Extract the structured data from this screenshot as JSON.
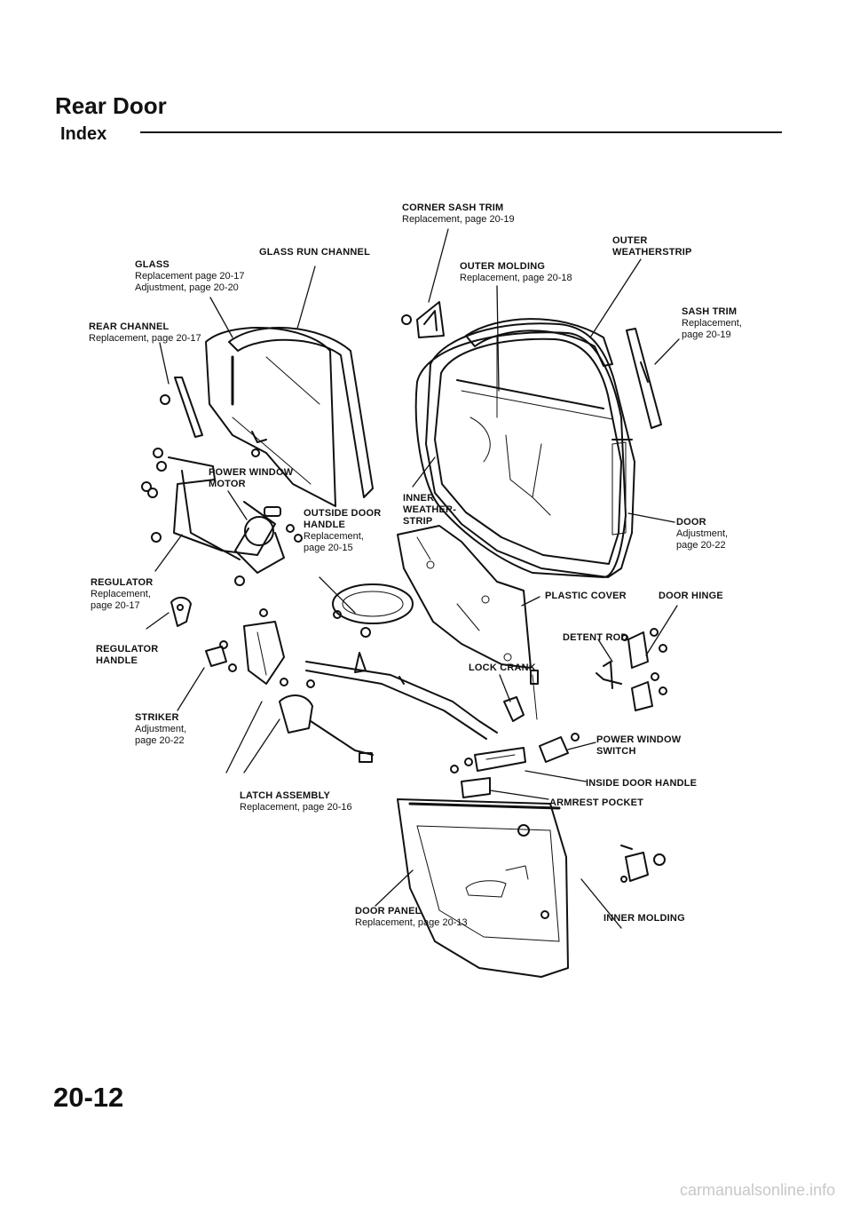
{
  "header": {
    "title": "Rear Door",
    "subtitle": "Index"
  },
  "footer": {
    "page_number": "20-12",
    "watermark": "carmanualsonline.info"
  },
  "callouts": {
    "corner_sash_trim": {
      "name": "CORNER SASH TRIM",
      "ref": "Replacement, page 20-19"
    },
    "glass_run_channel": {
      "name": "GLASS RUN CHANNEL"
    },
    "outer_weatherstrip": {
      "name1": "OUTER",
      "name2": "WEATHERSTRIP"
    },
    "glass": {
      "name": "GLASS",
      "ref1": "Replacement page 20-17",
      "ref2": "Adjustment, page 20-20"
    },
    "outer_molding": {
      "name": "OUTER MOLDING",
      "ref": "Replacement, page 20-18"
    },
    "sash_trim": {
      "name": "SASH TRIM",
      "ref1": "Replacement,",
      "ref2": "page 20-19"
    },
    "rear_channel": {
      "name": "REAR CHANNEL",
      "ref": "Replacement, page 20-17"
    },
    "power_window_motor": {
      "name1": "POWER WINDOW",
      "name2": "MOTOR"
    },
    "inner_weatherstrip": {
      "name1": "INNER",
      "name2": "WEATHER-",
      "name3": "STRIP"
    },
    "outside_door_handle": {
      "name1": "OUTSIDE DOOR",
      "name2": "HANDLE",
      "ref1": "Replacement,",
      "ref2": "page 20-15"
    },
    "door": {
      "name": "DOOR",
      "ref1": "Adjustment,",
      "ref2": "page 20-22"
    },
    "regulator": {
      "name": "REGULATOR",
      "ref1": "Replacement,",
      "ref2": "page 20-17"
    },
    "plastic_cover": {
      "name": "PLASTIC COVER"
    },
    "door_hinge": {
      "name": "DOOR HINGE"
    },
    "detent_rod": {
      "name": "DETENT ROD"
    },
    "regulator_handle": {
      "name1": "REGULATOR",
      "name2": "HANDLE"
    },
    "lock_crank": {
      "name": "LOCK CRANK"
    },
    "striker": {
      "name": "STRIKER",
      "ref1": "Adjustment,",
      "ref2": "page 20-22"
    },
    "power_window_switch": {
      "name1": "POWER WINDOW",
      "name2": "SWITCH"
    },
    "inside_door_handle": {
      "name": "INSIDE DOOR HANDLE"
    },
    "latch_assembly": {
      "name": "LATCH ASSEMBLY",
      "ref": "Replacement, page 20-16"
    },
    "armrest_pocket": {
      "name": "ARMREST POCKET"
    },
    "door_panel": {
      "name": "DOOR PANEL",
      "ref": "Replacement, page 20-13"
    },
    "inner_molding": {
      "name": "INNER MOLDING"
    }
  }
}
